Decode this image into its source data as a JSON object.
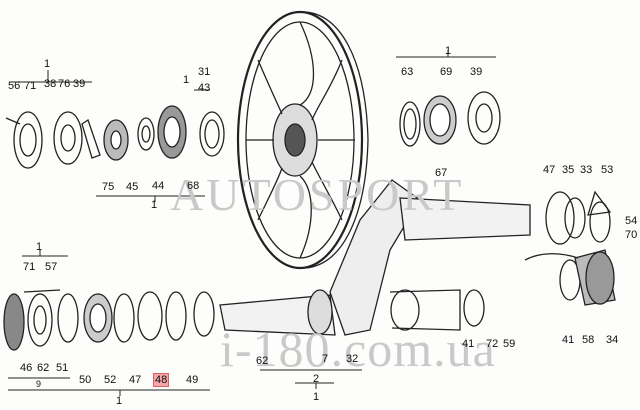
{
  "watermarks": {
    "top": "AUTOSPORT",
    "bottom": "i-180.com.ua"
  },
  "labels": {
    "g1_1": "1",
    "g1_56": "56",
    "g1_71": "71",
    "g1_38": "38",
    "g1_76": "76",
    "g1_39": "39",
    "g2_1": "1",
    "g2_31": "31",
    "g2_43": "43",
    "g3_1": "1",
    "g3_63": "63",
    "g3_69": "69",
    "g3_39": "39",
    "l75": "75",
    "l45": "45",
    "l44": "44",
    "l68": "68",
    "g4_1": "1",
    "l67": "67",
    "l47a": "47",
    "l35": "35",
    "l33": "33",
    "l53": "53",
    "l54": "54",
    "l70": "70",
    "g5_1": "1",
    "g5_71": "71",
    "g5_57": "57",
    "l46": "46",
    "l62a": "62",
    "l51": "51",
    "g6_9": "9",
    "l50": "50",
    "l52": "52",
    "l47b": "47",
    "l48": "48",
    "l49": "49",
    "g7_1": "1",
    "l62b": "62",
    "l7": "7",
    "l32": "32",
    "g8_2": "2",
    "g8_1": "1",
    "l41a": "41",
    "l72": "72",
    "l59": "59",
    "l41b": "41",
    "l58": "58",
    "l34": "34"
  },
  "highlight_color": "#f5a5a5"
}
